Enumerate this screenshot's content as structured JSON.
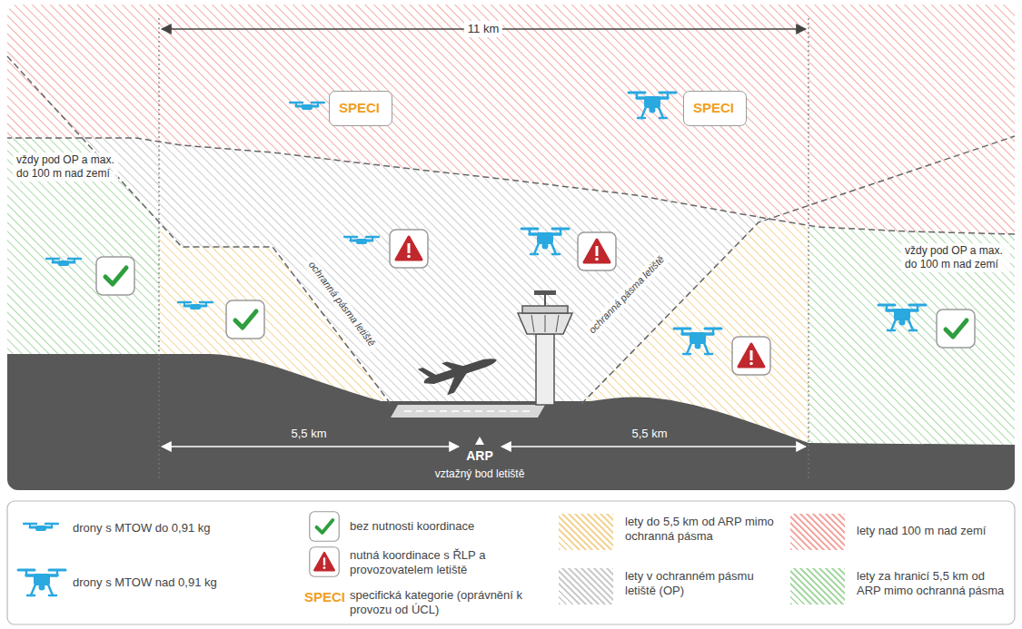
{
  "diagram": {
    "nodes": [
      {
        "text": [
          "SPECI"
        ]
      },
      {
        "text": [
          "SPECI"
        ]
      }
    ],
    "labels": [
      "11 km",
      "vždy pod OP a max. do 100 m nad zemí",
      "vždy pod OP a max. do 100 m nad zemí",
      "ochranná pásma letiště",
      "ochranná pásma letiště",
      "5,5 km",
      "5,5 km",
      "ARP",
      "vztažný bod letiště",
      "SPECI"
    ],
    "legend": [
      {
        "text": "drony s MTOW do 0,91 kg"
      },
      {
        "text": "drony s MTOW nad 0,91 kg"
      },
      {
        "text": "bez nutnosti koordinace"
      },
      {
        "text": "nutná koordinace s ŘLP a provozovatelem letiště"
      },
      {
        "text": "specifická kategorie (oprávnění k provozu od ÚCL)"
      },
      {
        "text": "lety do 5,5 km od ARP mimo ochranná pásma",
        "color": "#f3d597"
      },
      {
        "text": "lety v ochranném pásmu letiště (OP)",
        "color": "#cccccc"
      },
      {
        "text": "lety nad 100 m nad zemí",
        "color": "#f2aaa4"
      },
      {
        "text": "lety za hranicí 5,5 km od ARP mimo ochranná pásma",
        "color": "#a9d9a6"
      }
    ]
  }
}
